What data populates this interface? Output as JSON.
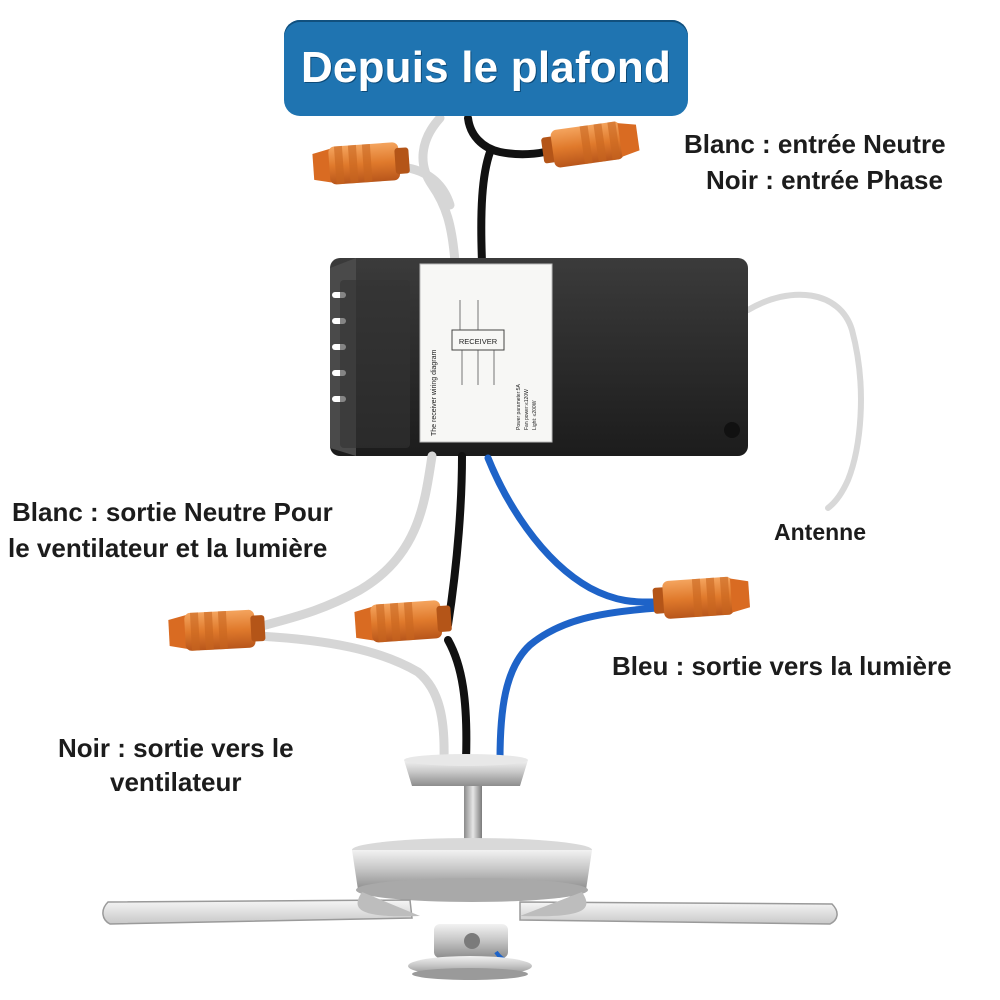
{
  "title": "Depuis le plafond",
  "labels": {
    "input_neutral": "Blanc : entrée Neutre",
    "input_phase": "Noir : entrée Phase",
    "output_neutral_line1": "Blanc : sortie Neutre Pour",
    "output_neutral_line2": "le ventilateur et la lumière",
    "antenna": "Antenne",
    "output_light": "Bleu : sortie vers la lumière",
    "output_fan_line1": "Noir : sortie vers le",
    "output_fan_line2": "ventilateur"
  },
  "receiver": {
    "sticker_title": "The receiver wiring diagram",
    "module_label": "RECEIVER",
    "power_lines": [
      "Power parameter:5A",
      "Fan power:≤120W",
      "Light: ≤200W"
    ]
  },
  "colors": {
    "title_bg": "#1f74b1",
    "wire_white": "#d7d7d7",
    "wire_black": "#111111",
    "wire_blue": "#1e63c8",
    "connector": "#e07a2c",
    "receiver_body": "#2a2a2a"
  },
  "icons": [
    "wire-connector-icon",
    "ceiling-fan-icon",
    "receiver-module-icon",
    "antenna-wire-icon"
  ]
}
